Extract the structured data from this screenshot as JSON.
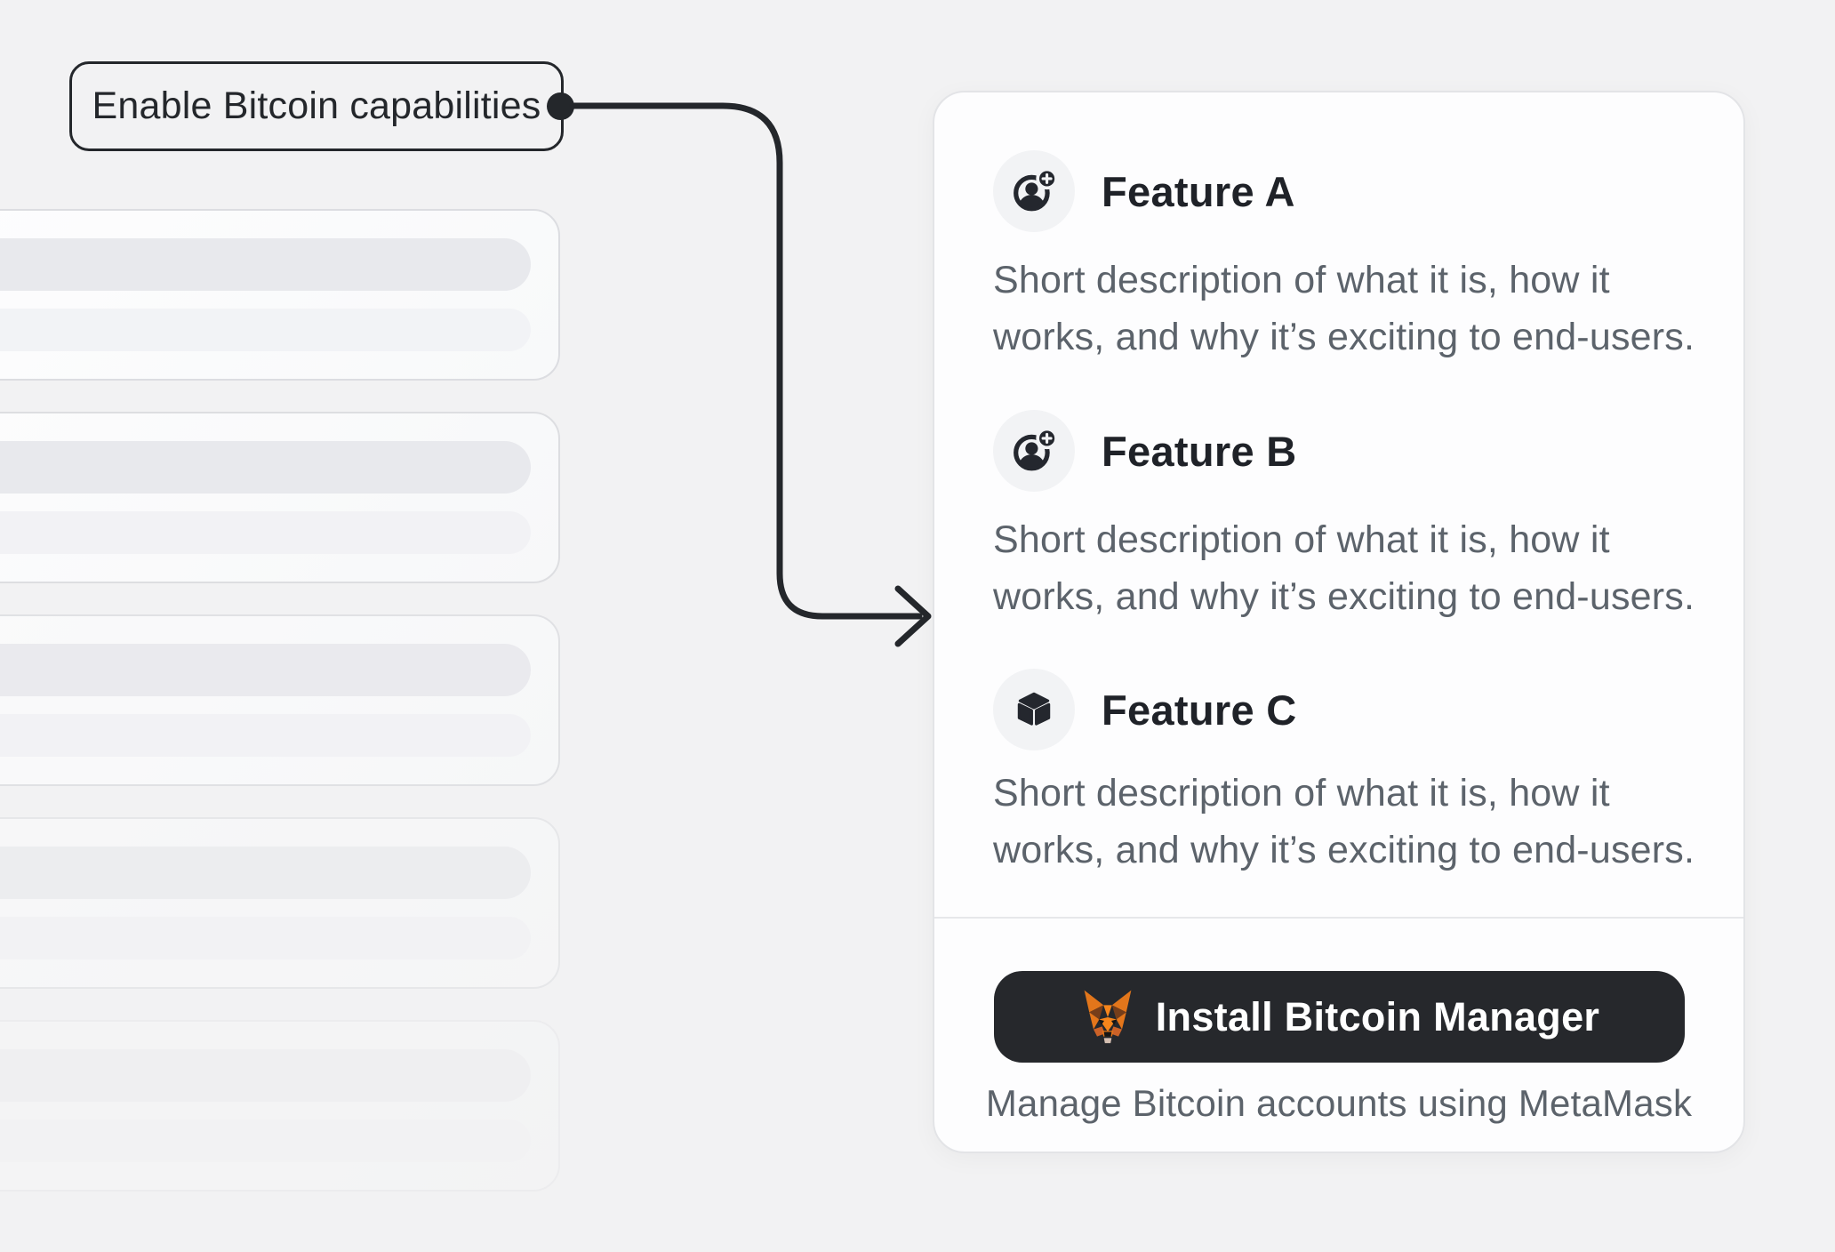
{
  "annotation": {
    "label": "Enable Bitcoin capabilities"
  },
  "features": [
    {
      "title": "Feature A",
      "icon": "user-plus-icon",
      "description": "Short description of what it is, how it works, and why it’s exciting to end-users."
    },
    {
      "title": "Feature B",
      "icon": "user-plus-icon",
      "description": "Short description of what it is, how it works, and why it’s exciting to end-users."
    },
    {
      "title": "Feature C",
      "icon": "cube-icon",
      "description": "Short description of what it is, how it works, and why it’s exciting to end-users."
    }
  ],
  "footer": {
    "button_label": "Install Bitcoin Manager",
    "button_icon": "metamask-fox-icon",
    "caption": "Manage Bitcoin accounts using MetaMask"
  },
  "colors": {
    "background": "#f2f2f3",
    "accent_dark": "#24272b",
    "text_gray": "#5c636b",
    "card_white": "#fdfdfe",
    "button_dark": "#26282c",
    "metamask_orange": "#E2761B"
  }
}
